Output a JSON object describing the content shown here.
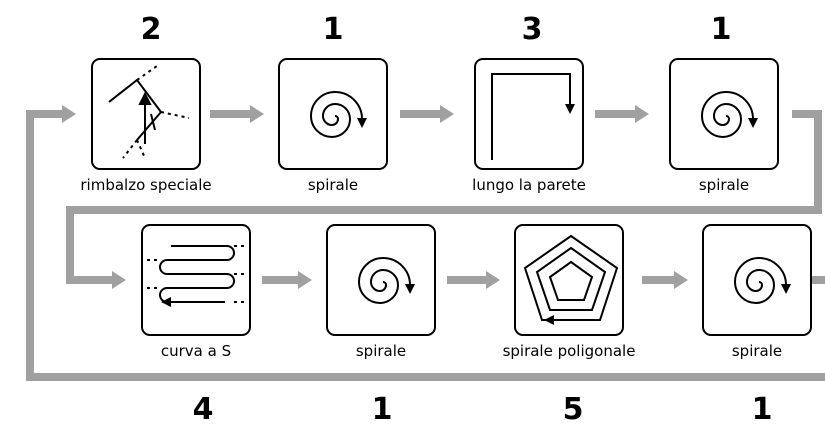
{
  "colors": {
    "connector": "#a0a0a0",
    "stroke": "#000000",
    "background": "#ffffff"
  },
  "steps": [
    {
      "count": "2",
      "label": "rimbalzo speciale",
      "icon": "bounce-icon"
    },
    {
      "count": "1",
      "label": "spirale",
      "icon": "spiral-icon"
    },
    {
      "count": "3",
      "label": "lungo la parete",
      "icon": "wall-follow-icon"
    },
    {
      "count": "1",
      "label": "spirale",
      "icon": "spiral-icon"
    },
    {
      "count": "4",
      "label": "curva a S",
      "icon": "s-curve-icon"
    },
    {
      "count": "1",
      "label": "spirale",
      "icon": "spiral-icon"
    },
    {
      "count": "5",
      "label": "spirale poligonale",
      "icon": "polygon-spiral-icon"
    },
    {
      "count": "1",
      "label": "spirale",
      "icon": "spiral-icon"
    }
  ]
}
